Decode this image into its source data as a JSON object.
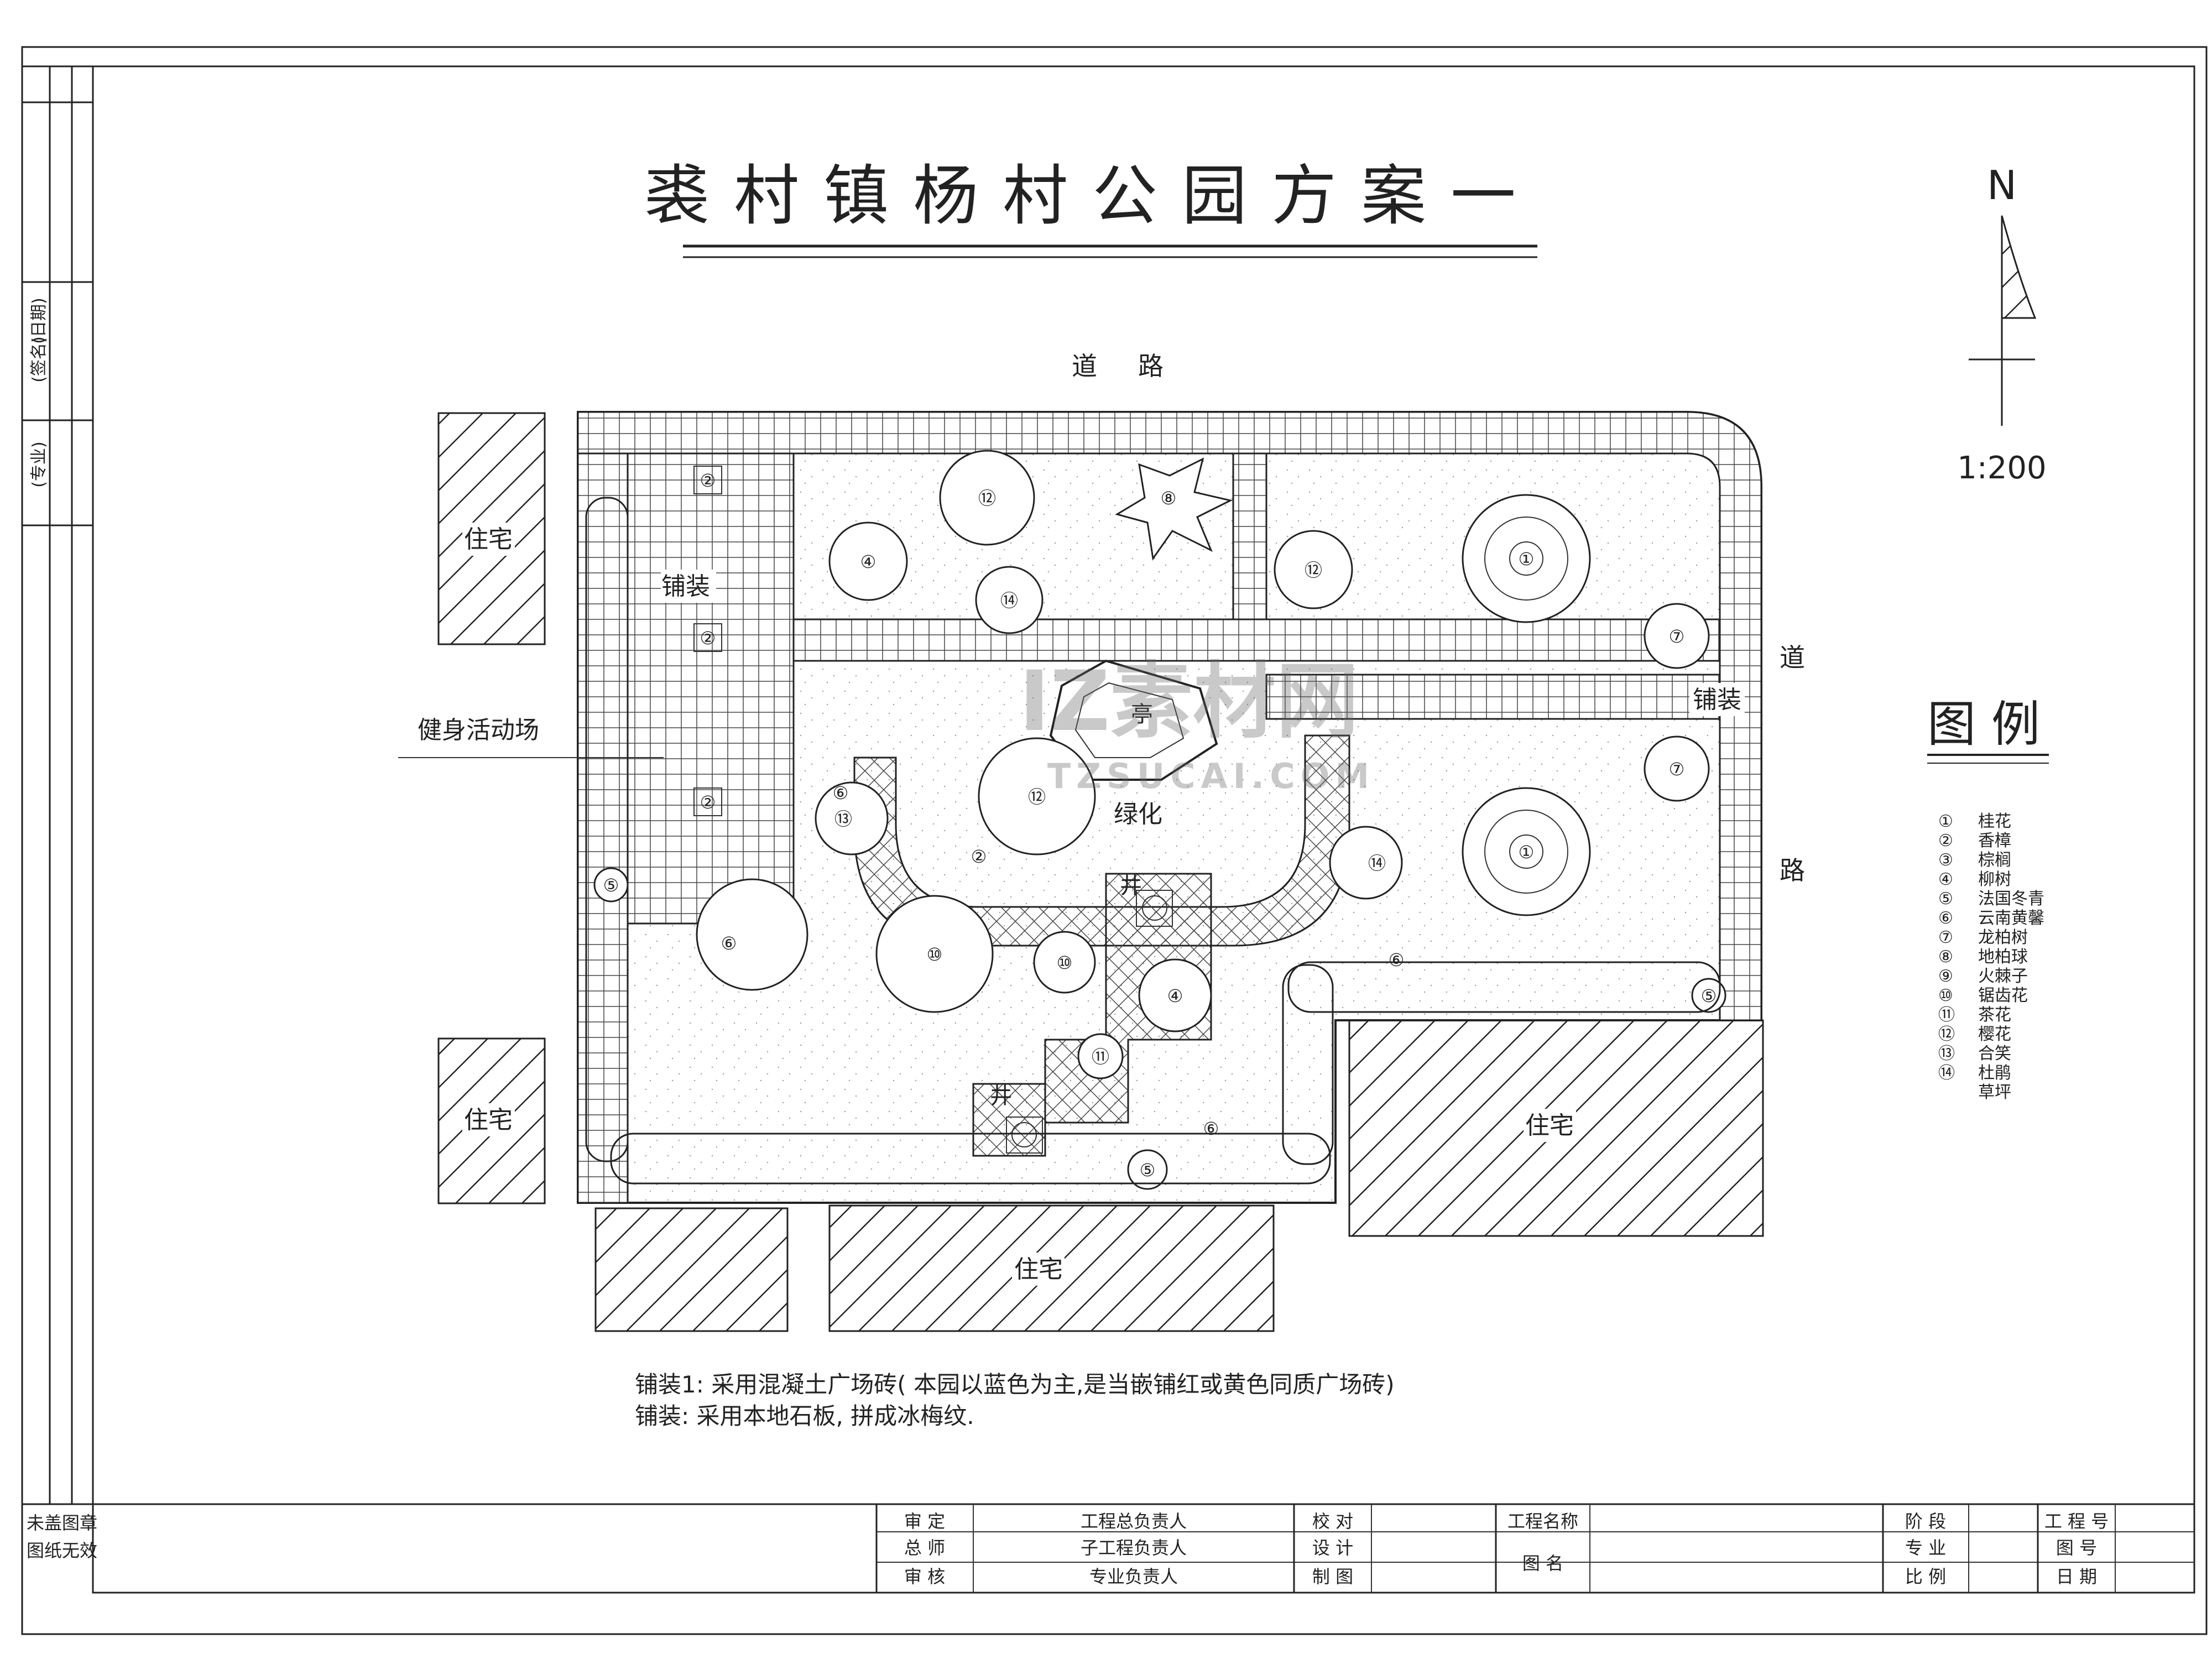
{
  "title": "裘村镇杨村公园方案一",
  "north": {
    "letter": "N",
    "scale": "1:200"
  },
  "road_labels": {
    "top_a": "道",
    "top_b": "路",
    "right_a": "道",
    "right_b": "路"
  },
  "areas": {
    "paving_left": "铺装",
    "paving_right": "铺装",
    "fitness": "健身活动场",
    "greening": "绿化",
    "pavilion": "亭",
    "well_1": "井",
    "well_2": "井"
  },
  "residences": [
    "住宅",
    "住宅",
    "住宅",
    "住宅"
  ],
  "legend": {
    "title": "图    例",
    "items": [
      {
        "num": "①",
        "name": "桂花"
      },
      {
        "num": "②",
        "name": "香樟"
      },
      {
        "num": "③",
        "name": "棕榈"
      },
      {
        "num": "④",
        "name": "柳树"
      },
      {
        "num": "⑤",
        "name": "法国冬青"
      },
      {
        "num": "⑥",
        "name": "云南黄馨"
      },
      {
        "num": "⑦",
        "name": "龙柏树"
      },
      {
        "num": "⑧",
        "name": "地柏球"
      },
      {
        "num": "⑨",
        "name": "火棘子"
      },
      {
        "num": "⑩",
        "name": "锯齿花"
      },
      {
        "num": "⑪",
        "name": "茶花"
      },
      {
        "num": "⑫",
        "name": "樱花"
      },
      {
        "num": "⑬",
        "name": "合笑"
      },
      {
        "num": "⑭",
        "name": "杜鹃"
      },
      {
        "num": "",
        "name": "草坪"
      }
    ]
  },
  "tree_numbers": [
    "②",
    "②",
    "②",
    "④",
    "⑫",
    "⑧",
    "⑫",
    "①",
    "⑦",
    "⑭",
    "⑦",
    "①",
    "⑥",
    "⑫",
    "⑬",
    "②",
    "⑭",
    "⑩",
    "⑩",
    "④",
    "⑪",
    "⑥",
    "⑤",
    "⑥",
    "⑤",
    "⑤",
    "⑥"
  ],
  "notes": [
    "铺装1: 采用混凝土广场砖( 本园以蓝色为主,是当嵌铺红或黄色同质广场砖)",
    "铺装: 采用本地石板, 拼成冰梅纹."
  ],
  "sidebar": {
    "c1": "(专业)",
    "c2": "(签名)",
    "c3": "(日期)",
    "stamp1": "未盖图章",
    "stamp2": "图纸无效"
  },
  "titleblock": {
    "r1c1": "审    定",
    "r1c2": "工程总负责人",
    "r1c3": "校    对",
    "r1c4": "工程名称",
    "r1c5": "阶 段",
    "r1c6": "工 程 号",
    "r2c1": "总    师",
    "r2c2": "子工程负责人",
    "r2c3": "设    计",
    "r2c4": "图    名",
    "r2c5": "专 业",
    "r2c6": "图    号",
    "r3c1": "审    核",
    "r3c2": "专业负责人",
    "r3c3": "制    图",
    "r3c5": "比 例",
    "r3c6": "日    期"
  },
  "watermark": {
    "main": "IZ素材网",
    "sub": "TZSUCAI.COM"
  }
}
